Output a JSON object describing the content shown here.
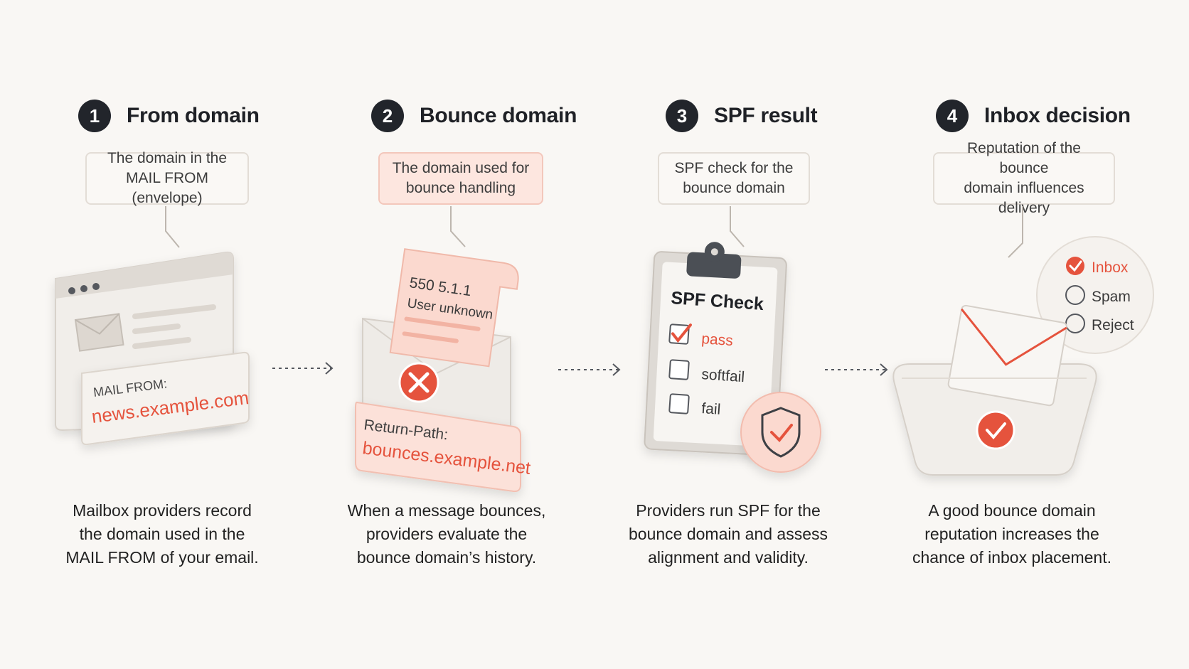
{
  "steps": [
    {
      "number": "1",
      "title": "From domain",
      "callout_line1": "The domain in the",
      "callout_line2": "MAIL FROM (envelope)",
      "card_label": "MAIL FROM:",
      "card_value": "news.example.com",
      "caption_line1": "Mailbox providers record",
      "caption_line2": "the domain used in the",
      "caption_line3": "MAIL FROM of your email."
    },
    {
      "number": "2",
      "title": "Bounce domain",
      "callout_line1": "The domain used for",
      "callout_line2": "bounce handling",
      "paper_line1": "550 5.1.1",
      "paper_line2": "User unknown",
      "card_label": "Return-Path:",
      "card_value": "bounces.example.net",
      "caption_line1": "When a message bounces,",
      "caption_line2": "providers evaluate the",
      "caption_line3": "bounce domain’s history."
    },
    {
      "number": "3",
      "title": "SPF result",
      "callout_line1": "SPF check for the",
      "callout_line2": "bounce domain",
      "clipboard_title": "SPF Check",
      "options": [
        "pass",
        "softfail",
        "fail"
      ],
      "caption_line1": "Providers run SPF for the",
      "caption_line2": "bounce domain and assess",
      "caption_line3": "alignment and validity."
    },
    {
      "number": "4",
      "title": "Inbox decision",
      "callout_line1": "Reputation of the bounce",
      "callout_line2": "domain influences delivery",
      "options": [
        "Inbox",
        "Spam",
        "Reject"
      ],
      "caption_line1": "A good bounce domain",
      "caption_line2": "reputation increases the",
      "caption_line3": "chance of inbox placement."
    }
  ],
  "colors": {
    "accent": "#e5533d",
    "dark": "#22252b",
    "pink": "#fde6df"
  }
}
